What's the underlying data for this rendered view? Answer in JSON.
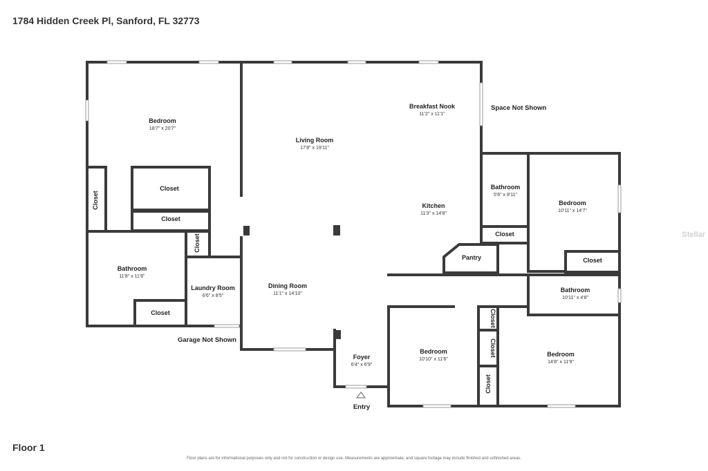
{
  "header": {
    "address": "1784 Hidden Creek Pl, Sanford, FL 32773"
  },
  "footer": {
    "floor": "Floor 1",
    "disclaimer": "Floor plans are for informational purposes only and not for construction or design use. Measurements are approximate, and square footage may include finished and unfinished areas."
  },
  "watermark": "Stellar",
  "rooms": {
    "bedroom_nw": {
      "name": "Bedroom",
      "dims": "18'7\" x 20'7\""
    },
    "living": {
      "name": "Living Room",
      "dims": "17'8\" x 19'11\""
    },
    "nook": {
      "name": "Breakfast Nook",
      "dims": "11'2\" x 11'1\""
    },
    "closet_a": {
      "name": "Closet"
    },
    "closet_b": {
      "name": "Closet"
    },
    "closet_c": {
      "name": "Closet"
    },
    "closet_d": {
      "name": "Closet"
    },
    "closet_e": {
      "name": "Closet"
    },
    "bath_w": {
      "name": "Bathroom",
      "dims": "11'8\" x 11'6\""
    },
    "laundry": {
      "name": "Laundry Room",
      "dims": "6'6\" x 8'5\""
    },
    "dining": {
      "name": "Dining Room",
      "dims": "11'1\" x 14'10\""
    },
    "kitchen": {
      "name": "Kitchen",
      "dims": "11'3\" x 14'8\""
    },
    "bath_e": {
      "name": "Bathroom",
      "dims": "5'6\" x 8'11\""
    },
    "bedroom_ne": {
      "name": "Bedroom",
      "dims": "10'11\" x 14'7\""
    },
    "closet_f": {
      "name": "Closet"
    },
    "pantry": {
      "name": "Pantry"
    },
    "closet_g": {
      "name": "Closet"
    },
    "bath_se": {
      "name": "Bathroom",
      "dims": "10'11\" x 4'8\""
    },
    "foyer": {
      "name": "Foyer",
      "dims": "6'4\" x 6'9\""
    },
    "bedroom_sc": {
      "name": "Bedroom",
      "dims": "10'10\" x 11'6\""
    },
    "closet_h": {
      "name": "Closet"
    },
    "closet_i": {
      "name": "Closet"
    },
    "closet_j": {
      "name": "Closet"
    },
    "bedroom_se": {
      "name": "Bedroom",
      "dims": "14'8\" x 11'9\""
    }
  },
  "notes": {
    "space_not_shown": "Space Not Shown",
    "garage_not_shown": "Garage Not Shown",
    "entry": "Entry"
  }
}
